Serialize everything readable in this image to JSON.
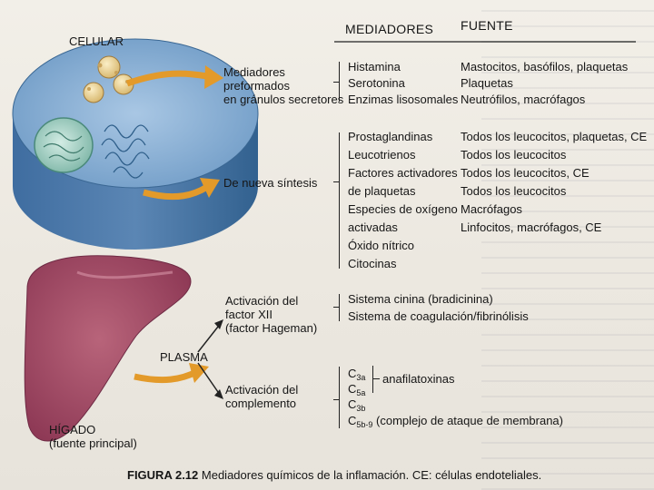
{
  "table": {
    "header_mediators": "MEDIADORES",
    "header_source": "FUENTE",
    "preformed": [
      {
        "mediator": "Histamina",
        "source": "Mastocitos, basófilos, plaquetas"
      },
      {
        "mediator": "Serotonina",
        "source": "Plaquetas"
      },
      {
        "mediator": "Enzimas lisosomales",
        "source": "Neutrófilos, macrófagos"
      }
    ],
    "synthesized": [
      "Prostaglandinas",
      "Leucotrienos",
      "Factores activadores",
      "de plaquetas",
      "Especies de oxígeno",
      "activadas",
      "Óxido nítrico",
      "Citocinas"
    ],
    "synthesized_sources": [
      "Todos los leucocitos, plaquetas, CE",
      "Todos los leucocitos",
      "Todos los leucocitos, CE",
      "Todos los leucocitos",
      "Macrófagos",
      "Linfocitos, macrófagos, CE"
    ],
    "plasma": [
      "Sistema cinina (bradicinina)",
      "Sistema de coagulación/fibrinólisis"
    ],
    "complement": {
      "c": "C",
      "c3a_sub": "3a",
      "c5a_sub": "5a",
      "c3b_sub": "3b",
      "c5b9_sub": "5b-9",
      "c5b9_note": "(complejo de ataque de membrana)",
      "anafilatoxinas": "anafilatoxinas"
    }
  },
  "labels": {
    "celular": "CELULAR",
    "preformados": [
      "Mediadores",
      "preformados",
      "en gránulos secretores"
    ],
    "nueva_sintesis": "De nueva síntesis",
    "factor_xii": [
      "Activación del",
      "factor XII",
      "(factor Hageman)"
    ],
    "plasma": "PLASMA",
    "complemento": [
      "Activación del",
      "complemento"
    ],
    "higado": [
      "HÍGADO",
      "(fuente principal)"
    ]
  },
  "caption": {
    "label": "FIGURA 2.12",
    "text": "Mediadores químicos de la inflamación. CE: células endoteliales."
  },
  "colors": {
    "arrow": "#e39a2a",
    "cell": "#6f9bc6",
    "liver": "#8a3552",
    "page": "#eeeae2"
  }
}
